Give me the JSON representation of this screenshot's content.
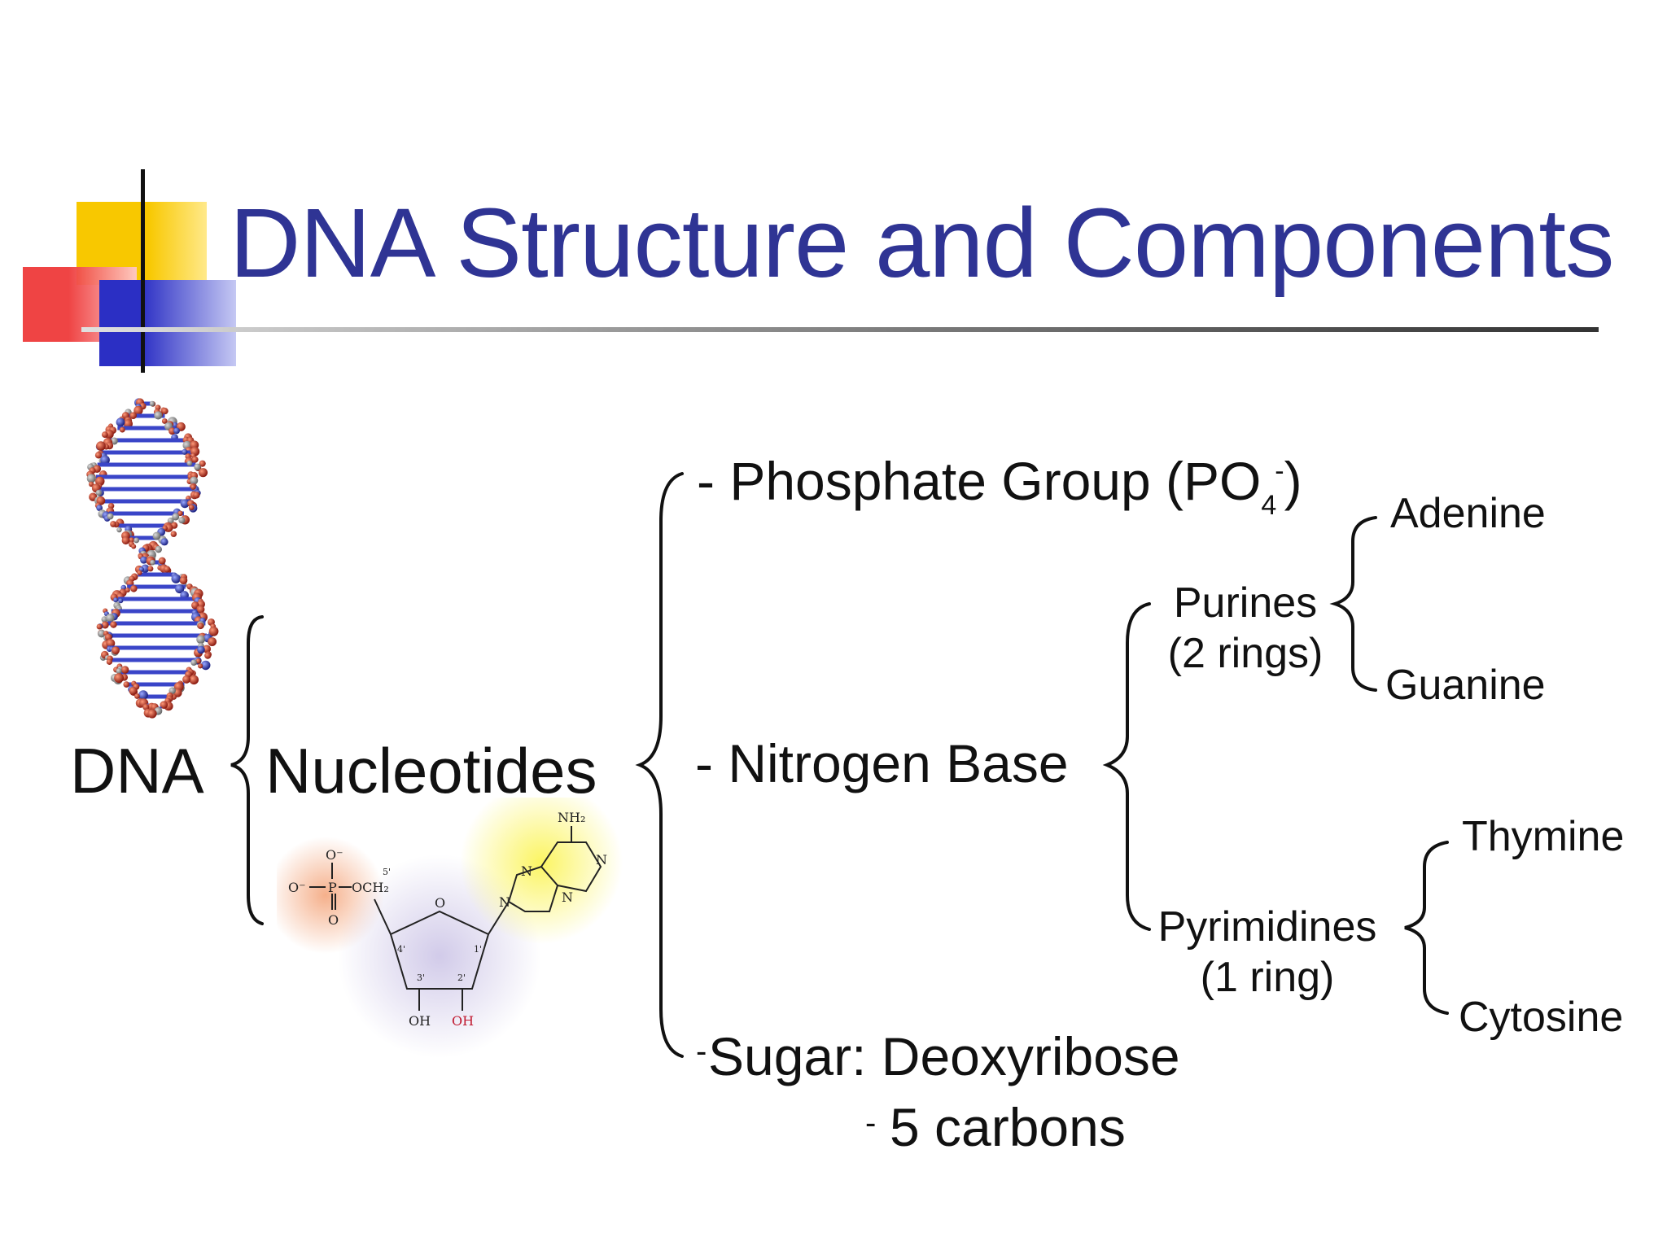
{
  "slide": {
    "title": "DNA Structure and Components",
    "colors": {
      "title": "#2f3494",
      "rule": "#333333",
      "deco_yellow": "#f8c800",
      "deco_red": "#ee3a3a",
      "deco_blue": "#2b2fc4"
    }
  },
  "diagram": {
    "root": "DNA",
    "nucleotides": "Nucleotides",
    "phosphate": {
      "dash": "-",
      "label": "Phosphate Group (PO",
      "subscript": "4",
      "superscript": "-",
      "close": ")"
    },
    "nitrogen_base": "- Nitrogen Base",
    "sugar": "Sugar: Deoxyribose",
    "sugar_dash": "-",
    "carbons_dash": "-",
    "carbons": "5 carbons",
    "purines": {
      "line1": "Purines",
      "line2": "(2 rings)"
    },
    "pyrimidines": {
      "line1": "Pyrimidines",
      "line2": "(1 ring)"
    },
    "bases": {
      "adenine": "Adenine",
      "guanine": "Guanine",
      "thymine": "Thymine",
      "cytosine": "Cytosine"
    }
  },
  "nucleotide_figure": {
    "phosphate_labels": [
      "O⁻",
      "O⁻",
      "P",
      "O",
      "OCH₂"
    ],
    "sugar_labels": [
      "5'",
      "O",
      "4'",
      "1'",
      "3'",
      "2'",
      "OH",
      "OH"
    ],
    "base_labels": [
      "NH₂",
      "N",
      "N",
      "N",
      "N"
    ]
  }
}
